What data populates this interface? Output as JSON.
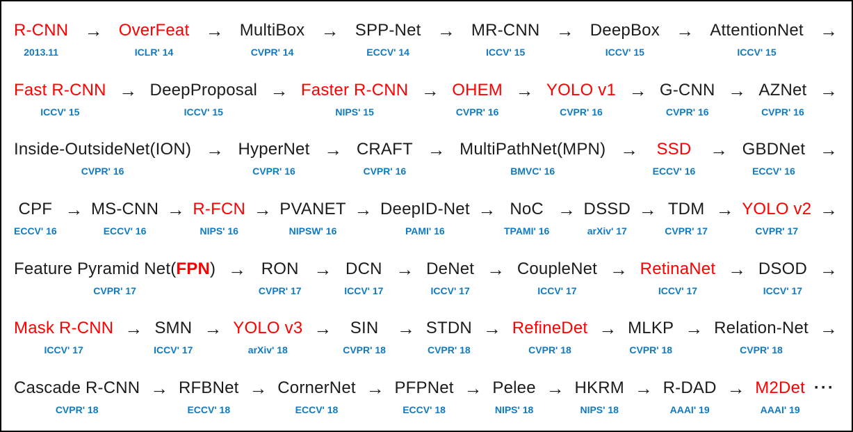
{
  "diagram": {
    "title": "Object detection model timeline",
    "arrow_glyph": "→",
    "ellipsis_glyph": "···",
    "colors": {
      "highlight_red": "#ff0000",
      "venue_blue": "#0f7ac0",
      "text_black": "#1c1c1c",
      "border": "#000000",
      "background": "#ffffff"
    },
    "rows": [
      {
        "trail": "arrow",
        "entries": [
          {
            "name": "R-CNN",
            "highlight": true,
            "venue": "2013.11"
          },
          {
            "name": "OverFeat",
            "highlight": true,
            "venue": "ICLR' 14"
          },
          {
            "name": "MultiBox",
            "highlight": false,
            "venue": "CVPR' 14"
          },
          {
            "name": "SPP-Net",
            "highlight": false,
            "venue": "ECCV' 14"
          },
          {
            "name": "MR-CNN",
            "highlight": false,
            "venue": "ICCV' 15"
          },
          {
            "name": "DeepBox",
            "highlight": false,
            "venue": "ICCV' 15"
          },
          {
            "name": "AttentionNet",
            "highlight": false,
            "venue": "ICCV' 15"
          }
        ]
      },
      {
        "trail": "arrow",
        "entries": [
          {
            "name": "Fast R-CNN",
            "highlight": true,
            "venue": "ICCV' 15"
          },
          {
            "name": "DeepProposal",
            "highlight": false,
            "venue": "ICCV' 15"
          },
          {
            "name": "Faster R-CNN",
            "highlight": true,
            "venue": "NIPS' 15"
          },
          {
            "name": "OHEM",
            "highlight": true,
            "venue": "CVPR' 16"
          },
          {
            "name": "YOLO v1",
            "highlight": true,
            "venue": "CVPR' 16"
          },
          {
            "name": "G-CNN",
            "highlight": false,
            "venue": "CVPR' 16"
          },
          {
            "name": "AZNet",
            "highlight": false,
            "venue": "CVPR' 16"
          }
        ]
      },
      {
        "trail": "arrow",
        "entries": [
          {
            "name": "Inside-OutsideNet(ION)",
            "highlight": false,
            "venue": "CVPR' 16"
          },
          {
            "name": "HyperNet",
            "highlight": false,
            "venue": "CVPR' 16"
          },
          {
            "name": "CRAFT",
            "highlight": false,
            "venue": "CVPR' 16"
          },
          {
            "name": "MultiPathNet(MPN)",
            "highlight": false,
            "venue": "BMVC' 16"
          },
          {
            "name": "SSD",
            "highlight": true,
            "venue": "ECCV' 16"
          },
          {
            "name": "GBDNet",
            "highlight": false,
            "venue": "ECCV' 16"
          }
        ]
      },
      {
        "trail": "arrow",
        "entries": [
          {
            "name": "CPF",
            "highlight": false,
            "venue": "ECCV' 16"
          },
          {
            "name": "MS-CNN",
            "highlight": false,
            "venue": "ECCV' 16"
          },
          {
            "name": "R-FCN",
            "highlight": true,
            "venue": "NIPS' 16"
          },
          {
            "name": "PVANET",
            "highlight": false,
            "venue": "NIPSW' 16"
          },
          {
            "name": "DeepID-Net",
            "highlight": false,
            "venue": "PAMI' 16"
          },
          {
            "name": "NoC",
            "highlight": false,
            "venue": "TPAMI' 16"
          },
          {
            "name": "DSSD",
            "highlight": false,
            "venue": "arXiv' 17"
          },
          {
            "name": "TDM",
            "highlight": false,
            "venue": "CVPR' 17"
          },
          {
            "name": "YOLO v2",
            "highlight": true,
            "venue": "CVPR' 17"
          }
        ]
      },
      {
        "trail": "arrow",
        "entries": [
          {
            "name": "Feature Pyramid Net(FPN)",
            "highlight": false,
            "venue": "CVPR' 17",
            "parts": [
              {
                "t": "Feature Pyramid Net(",
                "h": false
              },
              {
                "t": "FPN",
                "h": true
              },
              {
                "t": ")",
                "h": false
              }
            ]
          },
          {
            "name": "RON",
            "highlight": false,
            "venue": "CVPR' 17"
          },
          {
            "name": "DCN",
            "highlight": false,
            "venue": "ICCV' 17"
          },
          {
            "name": "DeNet",
            "highlight": false,
            "venue": "ICCV' 17"
          },
          {
            "name": "CoupleNet",
            "highlight": false,
            "venue": "ICCV' 17"
          },
          {
            "name": "RetinaNet",
            "highlight": true,
            "venue": "ICCV' 17"
          },
          {
            "name": "DSOD",
            "highlight": false,
            "venue": "ICCV' 17"
          }
        ]
      },
      {
        "trail": "arrow",
        "entries": [
          {
            "name": "Mask R-CNN",
            "highlight": true,
            "venue": "ICCV' 17"
          },
          {
            "name": "SMN",
            "highlight": false,
            "venue": "ICCV' 17"
          },
          {
            "name": "YOLO v3",
            "highlight": true,
            "venue": "arXiv' 18"
          },
          {
            "name": "SIN",
            "highlight": false,
            "venue": "CVPR' 18"
          },
          {
            "name": "STDN",
            "highlight": false,
            "venue": "CVPR' 18"
          },
          {
            "name": "RefineDet",
            "highlight": true,
            "venue": "CVPR' 18"
          },
          {
            "name": "MLKP",
            "highlight": false,
            "venue": "CVPR' 18"
          },
          {
            "name": "Relation-Net",
            "highlight": false,
            "venue": "CVPR' 18"
          }
        ]
      },
      {
        "trail": "ellipsis",
        "entries": [
          {
            "name": "Cascade R-CNN",
            "highlight": false,
            "venue": "CVPR' 18"
          },
          {
            "name": "RFBNet",
            "highlight": false,
            "venue": "ECCV' 18"
          },
          {
            "name": "CornerNet",
            "highlight": false,
            "venue": "ECCV' 18"
          },
          {
            "name": "PFPNet",
            "highlight": false,
            "venue": "ECCV' 18"
          },
          {
            "name": "Pelee",
            "highlight": false,
            "venue": "NIPS' 18"
          },
          {
            "name": "HKRM",
            "highlight": false,
            "venue": "NIPS' 18"
          },
          {
            "name": "R-DAD",
            "highlight": false,
            "venue": "AAAI' 19"
          },
          {
            "name": "M2Det",
            "highlight": true,
            "venue": "AAAI' 19"
          }
        ]
      }
    ]
  }
}
